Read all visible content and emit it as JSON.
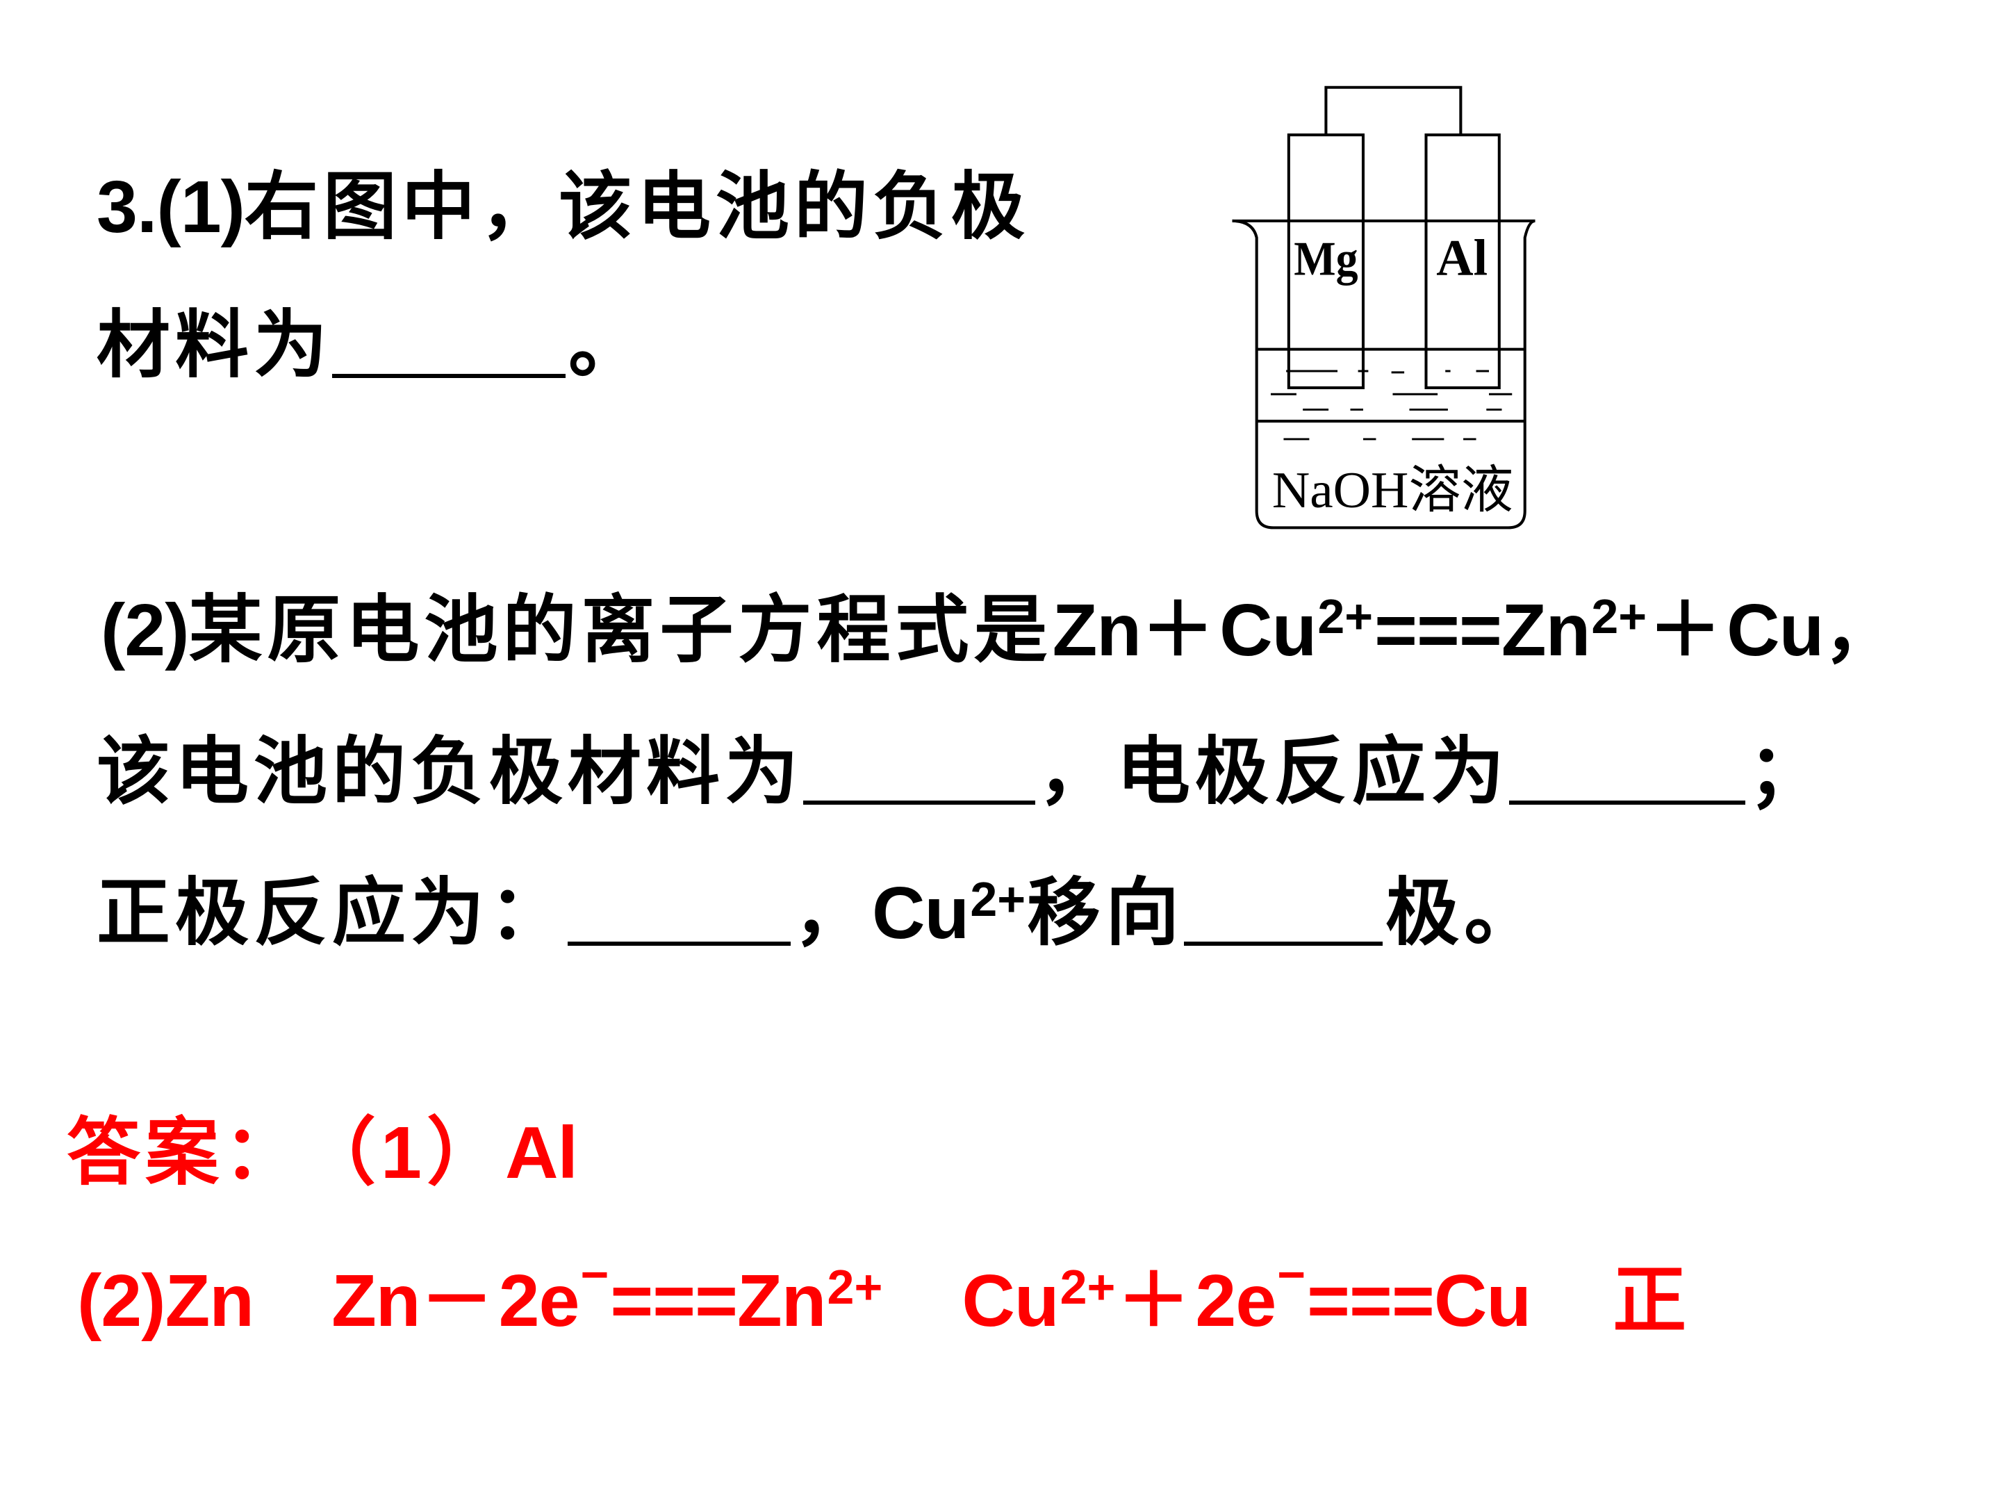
{
  "question": {
    "number": "3.",
    "part1": {
      "label": "(1)",
      "line1_text": "右图中，该电池的负极",
      "line2_text": "材料为",
      "line2_end": "。"
    },
    "part2": {
      "label": "(2)",
      "intro": "某原电池的离子方程式是",
      "equation": {
        "reactant_1": "Zn",
        "plus": "＋",
        "reactant_2": "Cu",
        "reactant_2_charge": "2+",
        "equals": "===",
        "product_1": "Zn",
        "product_1_charge": "2+",
        "product_2": "Cu",
        "end": "，"
      },
      "line2_text_a": "该电池的负极材料为",
      "line2_text_b": "，电极反应为",
      "line2_end": "；",
      "line3_text_a": "正极反应为：",
      "line3_text_b": "，",
      "line3_ion": "Cu",
      "line3_ion_charge": "2+",
      "line3_text_c": "移向",
      "line3_end": "极。"
    }
  },
  "diagram": {
    "left_electrode": "Mg",
    "right_electrode": "Al",
    "solution": "NaOH溶液"
  },
  "answer": {
    "label": "答案：",
    "part1_label": "（1）",
    "part1_value": "Al",
    "part2_label": "(2)",
    "negative_electrode": "Zn",
    "negative_reaction": {
      "reactant": "Zn",
      "operator": "－",
      "electrons": "2e",
      "electron_charge": "−",
      "equals": "===",
      "product": "Zn",
      "product_charge": "2+"
    },
    "positive_reaction": {
      "reactant": "Cu",
      "reactant_charge": "2+",
      "operator": "＋",
      "electrons": "2e",
      "electron_charge": "−",
      "equals": "===",
      "product": "Cu"
    },
    "ion_direction": "正"
  },
  "colors": {
    "background": "#FFFFFF",
    "question_text": "#000000",
    "answer_text": "#FF0000",
    "diagram_stroke": "#000000"
  }
}
